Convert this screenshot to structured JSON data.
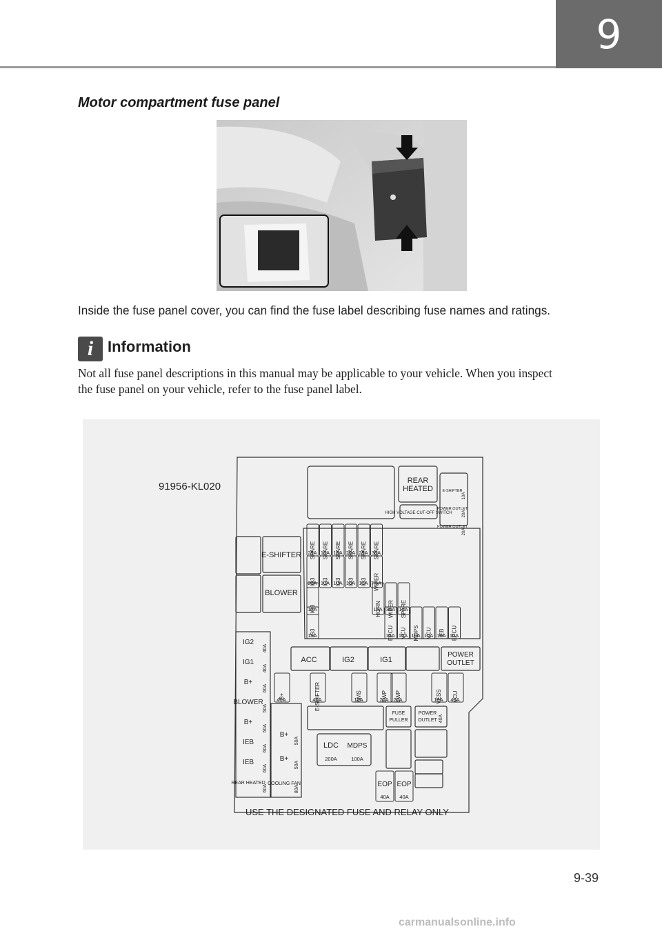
{
  "header": {
    "chapter_number": "9"
  },
  "section_title": "Motor compartment fuse panel",
  "intro_text": "Inside the fuse panel cover, you can find the fuse label describing fuse names and ratings.",
  "info": {
    "title": "Information",
    "line1": "Not all fuse panel descriptions in this manual may be applicable to your vehicle. When you inspect",
    "line2": "the fuse panel on your vehicle, refer to the fuse panel label."
  },
  "fuse_label": {
    "part_number": "91956-KL020",
    "footer": "USE THE DESIGNATED FUSE AND RELAY ONLY",
    "rear_heated": "REAR HEATED",
    "hv_switch": "HIGH VOLTAGE CUT-OFF SWITCH",
    "e_shifter": "E-SHIFTER",
    "blower": "BLOWER",
    "acc": "ACC",
    "ig2": "IG2",
    "ig1": "IG1",
    "power_outlet": "POWER OUTLET",
    "ldc": "LDC",
    "mdps": "MDPS",
    "fuse_puller": "FUSE PULLER",
    "mini_right": [
      {
        "name": "E-SHIFTER",
        "rating": "10A"
      },
      {
        "name": "POWER OUTLET",
        "rating": "20A"
      },
      {
        "name": "POWER OUTLET",
        "rating": "20A"
      }
    ],
    "spare_row": [
      {
        "name": "SPARE",
        "rating": "25A"
      },
      {
        "name": "SPARE",
        "rating": "10A"
      },
      {
        "name": "SPARE",
        "rating": "15A"
      },
      {
        "name": "SPARE",
        "rating": "20A"
      },
      {
        "name": "SPARE",
        "rating": "25A"
      },
      {
        "name": "SPARE",
        "rating": "30A"
      }
    ],
    "ig3_row": [
      {
        "name": "IG3",
        "rating": "20A"
      },
      {
        "name": "IG3",
        "rating": "10A"
      },
      {
        "name": "IG3",
        "rating": "10A"
      },
      {
        "name": "IG3",
        "rating": "10A"
      },
      {
        "name": "IG3",
        "rating": "10A"
      },
      {
        "name": "WIPER",
        "rating": "7.5A"
      }
    ],
    "ig3_single": [
      {
        "name": "IG3",
        "rating": "15A"
      },
      {
        "name": "IG3",
        "rating": "15A"
      }
    ],
    "horn_row": [
      {
        "name": "HORN",
        "rating": "15A"
      },
      {
        "name": "WIPER",
        "rating": "30A"
      },
      {
        "name": "SPARE",
        "rating": "10A"
      }
    ],
    "epcu_row": [
      {
        "name": "EPCU",
        "rating": "10A"
      },
      {
        "name": "VCU",
        "rating": "15A"
      },
      {
        "name": "MDPS",
        "rating": "10A"
      },
      {
        "name": "VCU",
        "rating": "10A"
      },
      {
        "name": "IEB",
        "rating": "10A"
      },
      {
        "name": "EPCU",
        "rating": "10A"
      }
    ],
    "left_col": [
      {
        "name": "IG2",
        "rating": "40A"
      },
      {
        "name": "IG1",
        "rating": "40A"
      },
      {
        "name": "B+",
        "rating": "60A"
      },
      {
        "name": "BLOWER",
        "rating": "50A"
      },
      {
        "name": "B+",
        "rating": "50A"
      },
      {
        "name": "IEB",
        "rating": "60A"
      },
      {
        "name": "IEB",
        "rating": "60A"
      },
      {
        "name": "REAR HEATED",
        "rating": "60A"
      }
    ],
    "mid_col": [
      {
        "name": "B+",
        "rating": "50A"
      },
      {
        "name": "B+",
        "rating": "50A"
      },
      {
        "name": "COOLING FAN",
        "rating": "80A"
      }
    ],
    "multi_row": [
      {
        "name": "B+",
        "rating": "40A"
      },
      {
        "name": "E-SHIFTER",
        "rating": "40A"
      },
      {
        "name": "AMS",
        "rating": "10A"
      },
      {
        "name": "EWP",
        "rating": "20A"
      },
      {
        "name": "EWP",
        "rating": "20A"
      },
      {
        "name": "VESS",
        "rating": "10A"
      },
      {
        "name": "VCU",
        "rating": "40A"
      }
    ],
    "ldc_rating": "200A",
    "mdps_rating": "100A",
    "po_40": {
      "name": "POWER OUTLET",
      "rating": "40A"
    },
    "eop": [
      {
        "name": "EOP",
        "rating": "40A"
      },
      {
        "name": "EOP",
        "rating": "40A"
      }
    ]
  },
  "page_number": "9-39",
  "watermark": "carmanualsonline.info"
}
